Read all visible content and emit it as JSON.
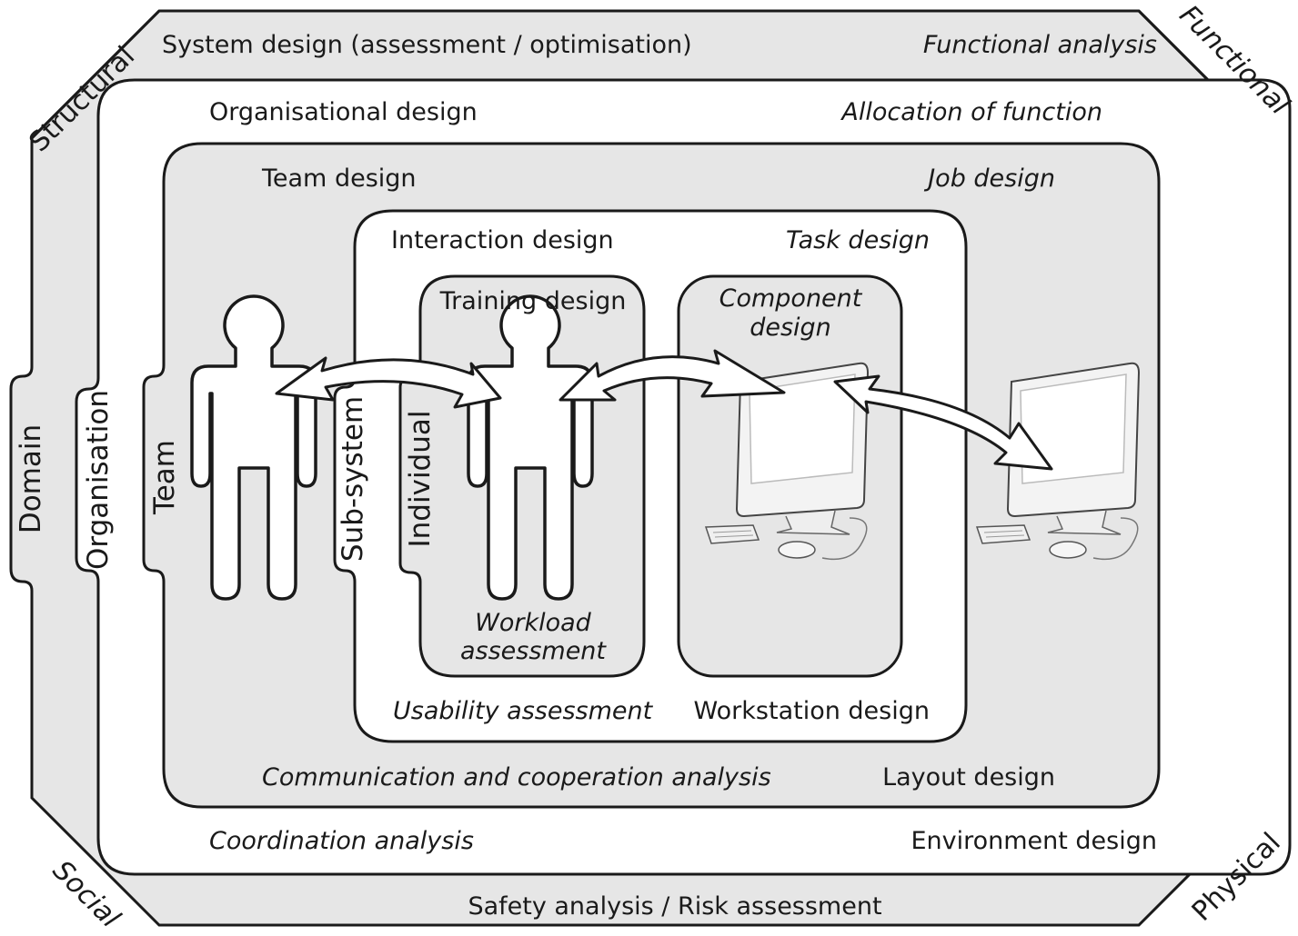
{
  "corners": {
    "top_left": "Structural",
    "top_right": "Functional",
    "bottom_left": "Social",
    "bottom_right": "Physical"
  },
  "levels": {
    "domain": "Domain",
    "organisation": "Organisation",
    "team": "Team",
    "subsystem": "Sub-system",
    "individual": "Individual"
  },
  "labels": {
    "system_design": "System design (assessment / optimisation)",
    "functional_analysis": "Functional analysis",
    "organisational_design": "Organisational design",
    "allocation_of_function": "Allocation of function",
    "team_design": "Team design",
    "job_design": "Job design",
    "interaction_design": "Interaction design",
    "task_design": "Task design",
    "training_design": "Training design",
    "component_design_1": "Component",
    "component_design_2": "design",
    "workload_assessment_1": "Workload",
    "workload_assessment_2": "assessment",
    "usability_assessment": "Usability assessment",
    "workstation_design": "Workstation design",
    "communication_analysis": "Communication and cooperation analysis",
    "layout_design": "Layout design",
    "coordination_analysis": "Coordination analysis",
    "environment_design": "Environment design",
    "safety_analysis": "Safety analysis / Risk assessment"
  },
  "icons": [
    "person-icon",
    "person-icon",
    "computer-icon",
    "computer-icon",
    "double-arrow-icon"
  ],
  "colors": {
    "outer_fill": "#e6e6e6",
    "mid_fill": "#ffffff",
    "team_fill": "#e6e6e6",
    "subsystem_fill": "#ffffff",
    "inner_fill": "#e6e6e6",
    "stroke": "#1a1a1a"
  }
}
